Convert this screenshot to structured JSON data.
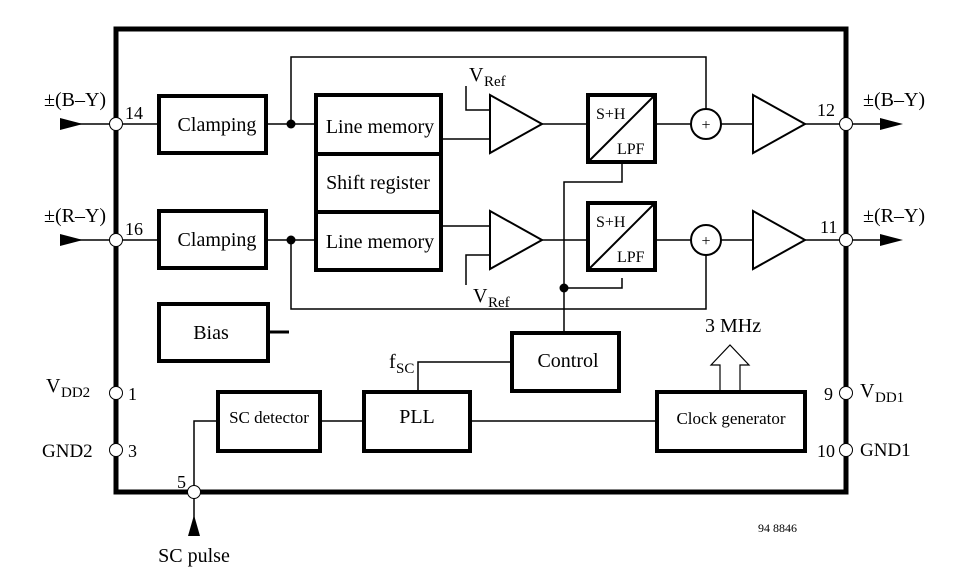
{
  "diagram": {
    "figure_id": "94 8846",
    "blocks": {
      "clamping_top": "Clamping",
      "clamping_bottom": "Clamping",
      "line_memory_top": "Line memory",
      "shift_register": "Shift register",
      "line_memory_bottom": "Line memory",
      "sh_top": "S+H",
      "lpf_top": "LPF",
      "sh_bottom": "S+H",
      "lpf_bottom": "LPF",
      "bias": "Bias",
      "control": "Control",
      "sc_detector": "SC detector",
      "pll": "PLL",
      "clock_generator": "Clock generator"
    },
    "signals": {
      "vref_main": "V",
      "vref_sub": "Ref",
      "fsc_main": "f",
      "fsc_sub": "SC",
      "clock_freq": "3 MHz",
      "sum_symbol": "+"
    },
    "pins": {
      "in_by": {
        "number": "14",
        "label": "±(B–Y)"
      },
      "in_ry": {
        "number": "16",
        "label": "±(R–Y)"
      },
      "out_by": {
        "number": "12",
        "label": "±(B–Y)"
      },
      "out_ry": {
        "number": "11",
        "label": "±(R–Y)"
      },
      "vdd2": {
        "number": "1",
        "label_main": "V",
        "label_sub": "DD2"
      },
      "gnd2": {
        "number": "3",
        "label": "GND2"
      },
      "vdd1": {
        "number": "9",
        "label_main": "V",
        "label_sub": "DD1"
      },
      "gnd1": {
        "number": "10",
        "label": "GND1"
      },
      "sc_pulse": {
        "number": "5",
        "label": "SC pulse"
      }
    }
  }
}
